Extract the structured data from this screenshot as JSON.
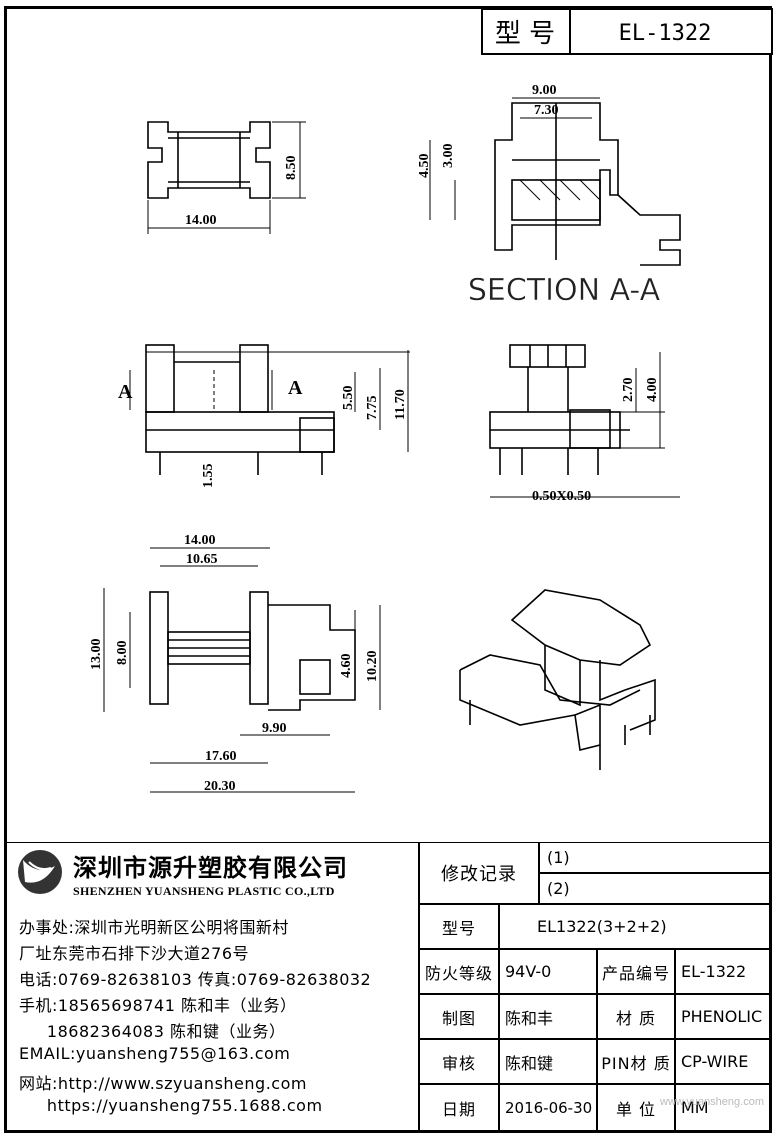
{
  "header": {
    "model_label": "型 号",
    "model_value": "EL-1322"
  },
  "drawing": {
    "section_label": "SECTION A-A",
    "section_marker": "A",
    "dims": {
      "A": "8.50",
      "B": "14.00",
      "C": "4.50",
      "D": "3.00",
      "E": "9.00",
      "F": "7.30",
      "G": "5.50",
      "H": "7.75",
      "I": "11.70",
      "J": "1.55",
      "K": "2.70",
      "L": "4.00",
      "M": "0.50X0.50",
      "N": "14.00",
      "O": "10.65",
      "P": "13.00",
      "Q": "8.00",
      "R": "4.60",
      "S": "10.20",
      "T": "9.90",
      "U": "17.60",
      "V": "20.30"
    }
  },
  "company": {
    "name_cn": "深圳市源升塑胶有限公司",
    "name_en": "SHENZHEN YUANSHENG PLASTIC CO.,LTD",
    "lines": [
      "办事处:深圳市光明新区公明将围新村",
      "厂址东莞市石排下沙大道276号",
      "电话:0769-82638103 传真:0769-82638032",
      "手机:18565698741 陈和丰（业务）",
      "     18682364083 陈和键（业务）",
      "EMAIL:yuansheng755@163.com",
      "网站:http://www.szyuansheng.com",
      "     https://yuansheng755.1688.com"
    ]
  },
  "title_block": {
    "revision_label": "修改记录",
    "rev1": "(1)",
    "rev2": "(2)",
    "model_label": "型号",
    "model_value": "EL1322(3+2+2)",
    "fire_label": "防火等级",
    "fire_value": "94V-0",
    "product_no_label": "产品编号",
    "product_no_value": "EL-1322",
    "drawn_label": "制图",
    "drawn_value": "陈和丰",
    "material_label": "材 质",
    "material_value": "PHENOLIC",
    "check_label": "审核",
    "check_value": "陈和键",
    "pin_label": "PIN材 质",
    "pin_value": "CP-WIRE",
    "date_label": "日期",
    "date_value": "2016-06-30",
    "unit_label": "单 位",
    "unit_value": "MM"
  },
  "watermark": "www.yuansheng.com"
}
